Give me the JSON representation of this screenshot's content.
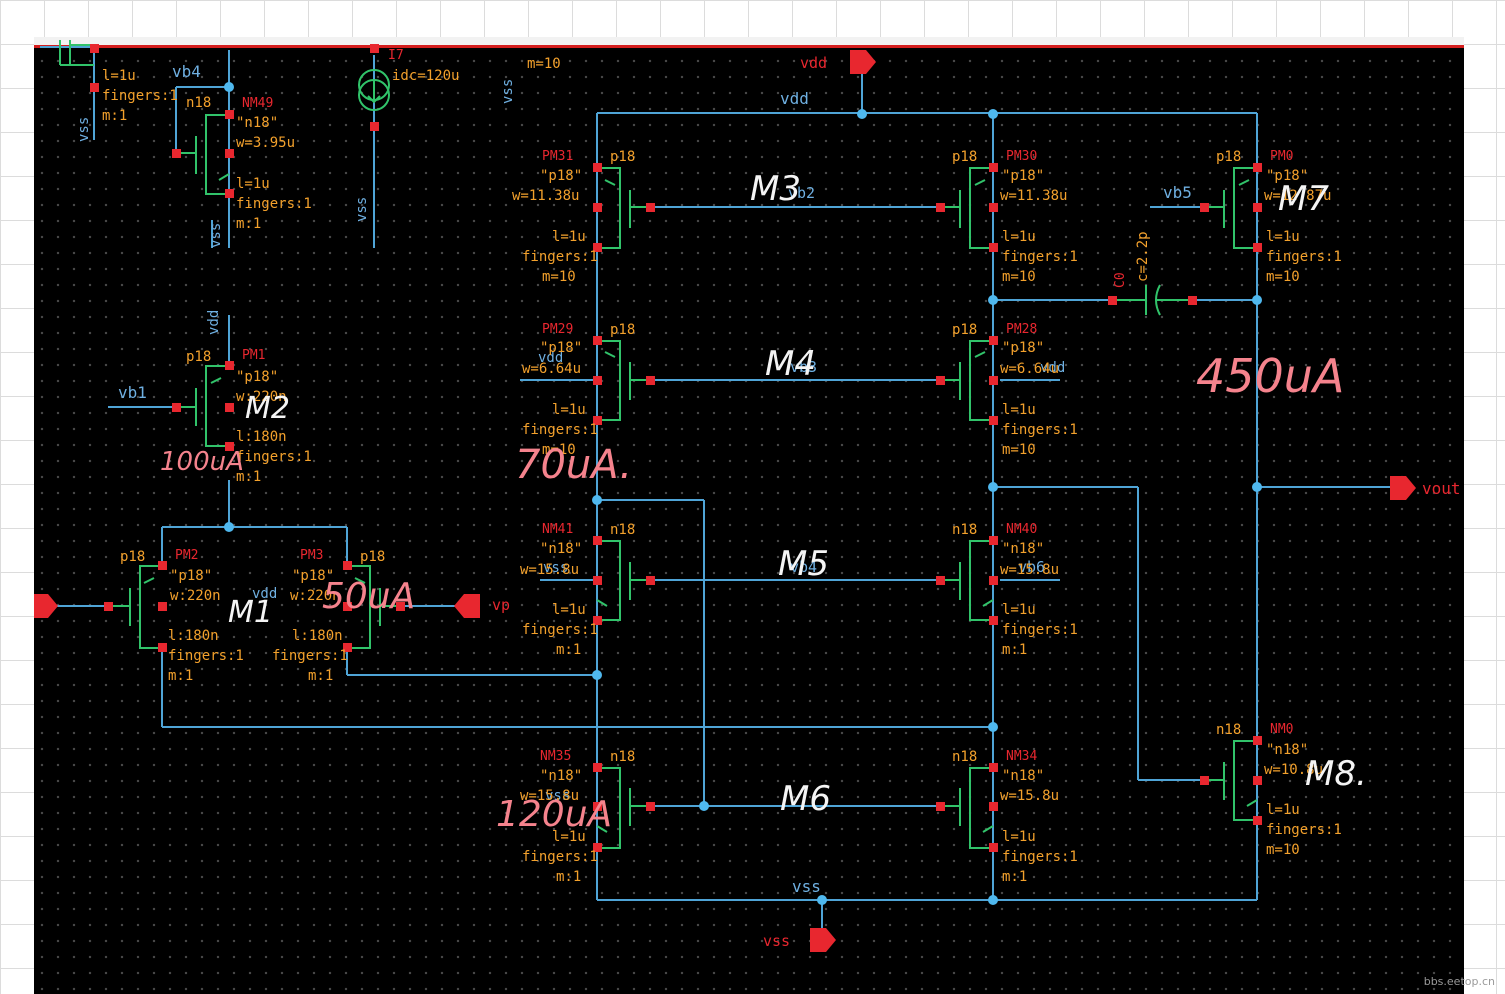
{
  "colors": {
    "background": "#000000",
    "wire": "#4fa4d6",
    "device": "#31c36a",
    "pin": "#e8272f",
    "param": "#f3a12c",
    "net": "#6fb0e2",
    "note": "#f5838d"
  },
  "watermark": "bbs.eetop.cn",
  "nets": {
    "vdd_pin": "vdd",
    "vdd_wire": "vdd",
    "vss_pin": "vss",
    "vss_wire": "vss",
    "vout": "vout",
    "vp": "vp",
    "vb1": "vb1",
    "vb2": "vb2",
    "vb3": "vb3",
    "vb4_top": "vb4",
    "vb4": "vb4",
    "vb5": "vb5",
    "vb6": "vb6",
    "vdd_pm1": "vdd",
    "vdd_pm28": "vdd",
    "vdd_pm29": "vdd",
    "vdd_left": "vdd",
    "vss_top1": "vss",
    "vss_top2": "vss",
    "vss_top3": "vss",
    "vss_top4": "vss",
    "vss_nm35": "vss",
    "vss_nm41": "vss"
  },
  "devices": {
    "I7": {
      "name": "I7",
      "param": "idc=120u"
    },
    "TL": {
      "l": "l=1u",
      "fingers": "fingers:1",
      "m": "m:1"
    },
    "top_m": "m=10",
    "NM49": {
      "name": "NM49",
      "model": "n18",
      "model_q": "\"n18\"",
      "w": "w=3.95u",
      "l": "l=1u",
      "fingers": "fingers:1",
      "m": "m:1"
    },
    "PM1": {
      "name": "PM1",
      "model": "p18",
      "model_q": "\"p18\"",
      "w": "w:220n",
      "l": "l:180n",
      "fingers": "fingers:1",
      "m": "m:1"
    },
    "PM2": {
      "name": "PM2",
      "model": "p18",
      "model_q": "\"p18\"",
      "w": "w:220n",
      "l": "l:180n",
      "fingers": "fingers:1",
      "m": "m:1"
    },
    "PM3": {
      "name": "PM3",
      "model": "p18",
      "model_q": "\"p18\"",
      "w": "w:220n",
      "l": "l:180n",
      "fingers": "fingers:1",
      "m": "m:1"
    },
    "PM31": {
      "name": "PM31",
      "model": "p18",
      "model_q": "\"p18\"",
      "w": "w=11.38u",
      "l": "l=1u",
      "fingers": "fingers:1",
      "m": "m=10"
    },
    "PM30": {
      "name": "PM30",
      "model": "p18",
      "model_q": "\"p18\"",
      "w": "w=11.38u",
      "l": "l=1u",
      "fingers": "fingers:1",
      "m": "m=10"
    },
    "PM29": {
      "name": "PM29",
      "model": "p18",
      "model_q": "\"p18\"",
      "w": "w=6.64u",
      "l": "l=1u",
      "fingers": "fingers:1",
      "m": "m=10"
    },
    "PM28": {
      "name": "PM28",
      "model": "p18",
      "model_q": "\"p18\"",
      "w": "w=6.64u",
      "l": "l=1u",
      "fingers": "fingers:1",
      "m": "m=10"
    },
    "PM0": {
      "name": "PM0",
      "model": "p18",
      "model_q": "\"p18\"",
      "w": "w=12.87u",
      "l": "l=1u",
      "fingers": "fingers:1",
      "m": "m=10"
    },
    "NM41": {
      "name": "NM41",
      "model": "n18",
      "model_q": "\"n18\"",
      "w": "w=15.8u",
      "l": "l=1u",
      "fingers": "fingers:1",
      "m": "m:1"
    },
    "NM40": {
      "name": "NM40",
      "model": "n18",
      "model_q": "\"n18\"",
      "w": "w=15.8u",
      "l": "l=1u",
      "fingers": "fingers:1",
      "m": "m:1"
    },
    "NM35": {
      "name": "NM35",
      "model": "n18",
      "model_q": "\"n18\"",
      "w": "w=15.8u",
      "l": "l=1u",
      "fingers": "fingers:1",
      "m": "m:1"
    },
    "NM34": {
      "name": "NM34",
      "model": "n18",
      "model_q": "\"n18\"",
      "w": "w=15.8u",
      "l": "l=1u",
      "fingers": "fingers:1",
      "m": "m:1"
    },
    "NM0": {
      "name": "NM0",
      "model": "n18",
      "model_q": "\"n18\"",
      "w": "w=10.8u",
      "l": "l=1u",
      "fingers": "fingers:1",
      "m": "m=10"
    },
    "C0": {
      "name": "C0",
      "param": "c=2.2p"
    }
  },
  "annotations": {
    "M1": "M1",
    "M2": "M2",
    "M3": "M3",
    "M4": "M4",
    "M5": "M5",
    "M6": "M6",
    "M7": "M7",
    "M8": "M8.",
    "I_100": "100uA",
    "I_70": "70uA.",
    "I_50": "50uA",
    "I_120": "120uA",
    "I_450": "450uA"
  }
}
